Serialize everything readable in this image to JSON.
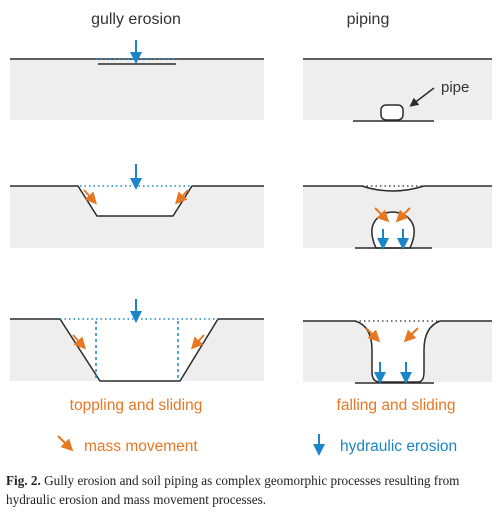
{
  "columns": {
    "left_title": "gully erosion",
    "right_title": "piping"
  },
  "labels": {
    "pipe": "pipe",
    "left_bottom": "toppling and sliding",
    "right_bottom": "falling and sliding"
  },
  "legend": {
    "mass_movement": "mass movement",
    "hydraulic_erosion": "hydraulic erosion"
  },
  "caption": {
    "prefix": "Fig. 2.",
    "text": "Gully erosion and soil piping as complex geomorphic processes resulting from hydraulic erosion and mass movement processes."
  },
  "colors": {
    "soil_fill": "#eeeeee",
    "outline": "#2b2b2b",
    "mass_movement_orange": "#e87722",
    "hydraulic_blue": "#1a86c8"
  }
}
